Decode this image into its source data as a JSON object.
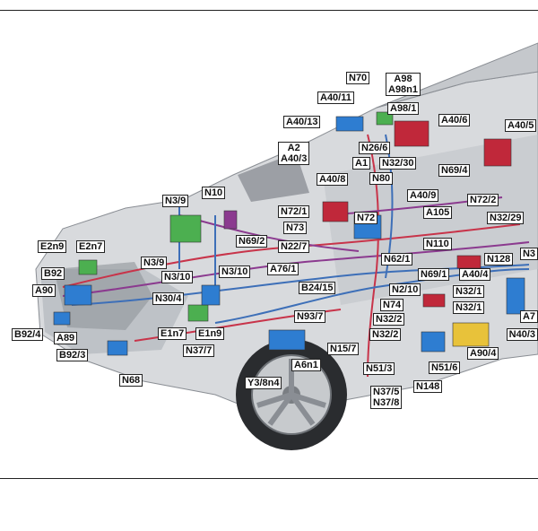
{
  "colors": {
    "frame": "#222222",
    "car_body": "#d8dadd",
    "car_shade": "#a9adb3",
    "wire_red": "#c8344a",
    "wire_purple": "#8b3a8f",
    "wire_blue": "#3d6fb8",
    "module_green": "#4caf50",
    "module_blue": "#2e7dd1",
    "module_red": "#c0283a",
    "module_yellow": "#e8c23a"
  },
  "labels": [
    {
      "id": "n70",
      "lines": [
        "N70"
      ]
    },
    {
      "id": "a98",
      "lines": [
        "A98",
        "A98n1"
      ]
    },
    {
      "id": "a40-11",
      "lines": [
        "A40/11"
      ]
    },
    {
      "id": "a98-1",
      "lines": [
        "A98/1"
      ]
    },
    {
      "id": "a40-13",
      "lines": [
        "A40/13"
      ]
    },
    {
      "id": "a40-6",
      "lines": [
        "A40/6"
      ]
    },
    {
      "id": "a40-5",
      "lines": [
        "A40/5"
      ]
    },
    {
      "id": "n26-6",
      "lines": [
        "N26/6"
      ]
    },
    {
      "id": "a2",
      "lines": [
        "A2",
        "A40/3"
      ]
    },
    {
      "id": "a1",
      "lines": [
        "A1"
      ]
    },
    {
      "id": "n32-30",
      "lines": [
        "N32/30"
      ]
    },
    {
      "id": "n69-4",
      "lines": [
        "N69/4"
      ]
    },
    {
      "id": "a40-8",
      "lines": [
        "A40/8"
      ]
    },
    {
      "id": "n80",
      "lines": [
        "N80"
      ]
    },
    {
      "id": "n10",
      "lines": [
        "N10"
      ]
    },
    {
      "id": "n3-9-top",
      "lines": [
        "N3/9"
      ]
    },
    {
      "id": "a40-9",
      "lines": [
        "A40/9"
      ]
    },
    {
      "id": "n72-2",
      "lines": [
        "N72/2"
      ]
    },
    {
      "id": "n72-1",
      "lines": [
        "N72/1"
      ]
    },
    {
      "id": "a105",
      "lines": [
        "A105"
      ]
    },
    {
      "id": "n72",
      "lines": [
        "N72"
      ]
    },
    {
      "id": "n32-29",
      "lines": [
        "N32/29"
      ]
    },
    {
      "id": "n73",
      "lines": [
        "N73"
      ]
    },
    {
      "id": "n69-2",
      "lines": [
        "N69/2"
      ]
    },
    {
      "id": "n110",
      "lines": [
        "N110"
      ]
    },
    {
      "id": "e2n9",
      "lines": [
        "E2n9"
      ]
    },
    {
      "id": "e2n7",
      "lines": [
        "E2n7"
      ]
    },
    {
      "id": "n22-7",
      "lines": [
        "N22/7"
      ]
    },
    {
      "id": "n128",
      "lines": [
        "N128"
      ]
    },
    {
      "id": "n3-right",
      "lines": [
        "N3"
      ]
    },
    {
      "id": "n62-1",
      "lines": [
        "N62/1"
      ]
    },
    {
      "id": "n3-9-mid",
      "lines": [
        "N3/9"
      ]
    },
    {
      "id": "a76-1",
      "lines": [
        "A76/1"
      ]
    },
    {
      "id": "a40-4",
      "lines": [
        "A40/4"
      ]
    },
    {
      "id": "b92",
      "lines": [
        "B92"
      ]
    },
    {
      "id": "n3-10-a",
      "lines": [
        "N3/10"
      ]
    },
    {
      "id": "n3-10-b",
      "lines": [
        "N3/10"
      ]
    },
    {
      "id": "n69-1",
      "lines": [
        "N69/1"
      ]
    },
    {
      "id": "b24-15",
      "lines": [
        "B24/15"
      ]
    },
    {
      "id": "n2-10",
      "lines": [
        "N2/10"
      ]
    },
    {
      "id": "n32-1-a",
      "lines": [
        "N32/1"
      ]
    },
    {
      "id": "a90",
      "lines": [
        "A90"
      ]
    },
    {
      "id": "n30-4",
      "lines": [
        "N30/4"
      ]
    },
    {
      "id": "n74",
      "lines": [
        "N74"
      ]
    },
    {
      "id": "n32-1-b",
      "lines": [
        "N32/1"
      ]
    },
    {
      "id": "n93-7",
      "lines": [
        "N93/7"
      ]
    },
    {
      "id": "n32-2-a",
      "lines": [
        "N32/2"
      ]
    },
    {
      "id": "a7",
      "lines": [
        "A7"
      ]
    },
    {
      "id": "e1n7",
      "lines": [
        "E1n7"
      ]
    },
    {
      "id": "e1n9",
      "lines": [
        "E1n9"
      ]
    },
    {
      "id": "b92-4",
      "lines": [
        "B92/4"
      ]
    },
    {
      "id": "a89",
      "lines": [
        "A89"
      ]
    },
    {
      "id": "n40-3",
      "lines": [
        "N40/3"
      ]
    },
    {
      "id": "n32-2-b",
      "lines": [
        "N32/2"
      ]
    },
    {
      "id": "n37-7",
      "lines": [
        "N37/7"
      ]
    },
    {
      "id": "n15-7",
      "lines": [
        "N15/7"
      ]
    },
    {
      "id": "a90-4",
      "lines": [
        "A90/4"
      ]
    },
    {
      "id": "b92-3",
      "lines": [
        "B92/3"
      ]
    },
    {
      "id": "a6n1",
      "lines": [
        "A6n1"
      ]
    },
    {
      "id": "n51-3",
      "lines": [
        "N51/3"
      ]
    },
    {
      "id": "n51-6",
      "lines": [
        "N51/6"
      ]
    },
    {
      "id": "n68",
      "lines": [
        "N68"
      ]
    },
    {
      "id": "y3-8n4",
      "lines": [
        "Y3/8n4"
      ]
    },
    {
      "id": "n148",
      "lines": [
        "N148"
      ]
    },
    {
      "id": "n37-5",
      "lines": [
        "N37/5",
        "N37/8"
      ]
    }
  ]
}
